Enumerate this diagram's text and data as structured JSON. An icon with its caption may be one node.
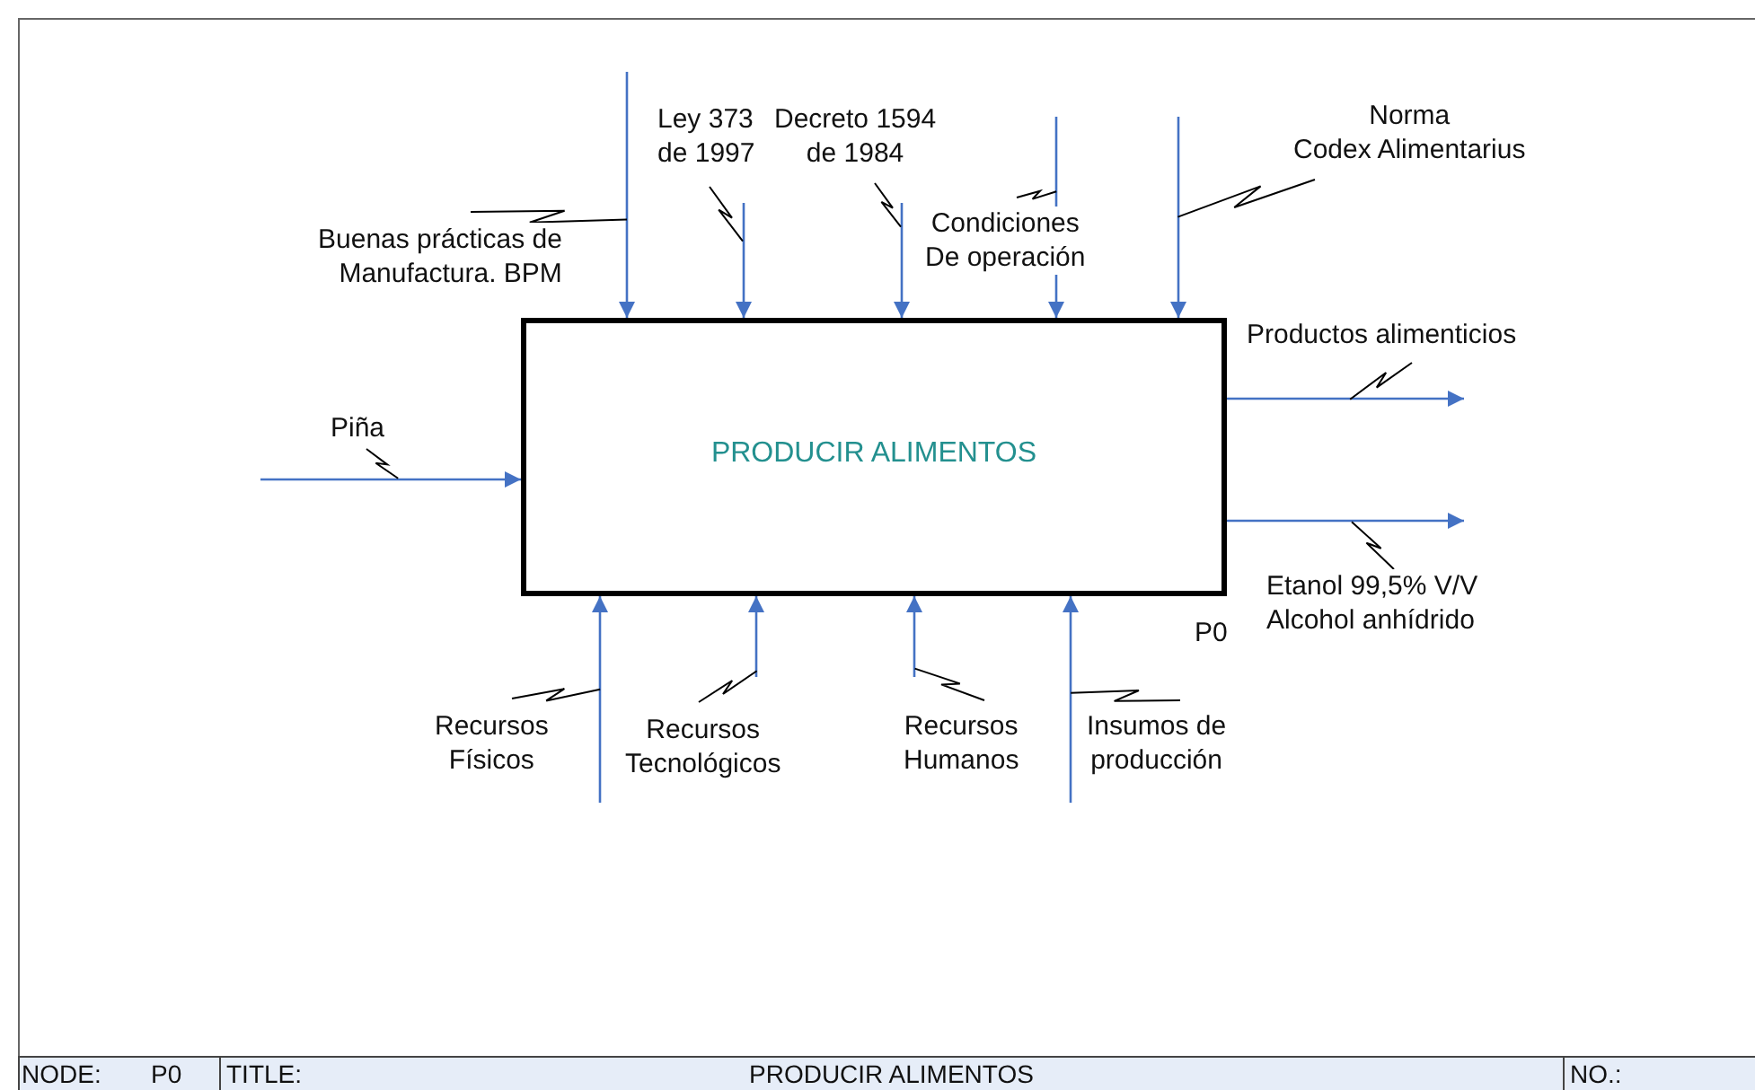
{
  "diagram": {
    "nodes": [
      {
        "text": [
          "PRODUCIR ALIMENTOS"
        ],
        "beside": [
          "P0"
        ]
      },
      {
        "text": [
          "Piña"
        ]
      },
      {
        "text": [
          "Buenas prácticas de Manufactura. BPM"
        ]
      },
      {
        "text": [
          "Ley 373 de 1997"
        ]
      },
      {
        "text": [
          "Decreto 1594 de 1984"
        ]
      },
      {
        "text": [
          "Condiciones De operación"
        ]
      },
      {
        "text": [
          "Norma Codex Alimentarius"
        ]
      },
      {
        "text": [
          "Productos alimenticios"
        ]
      },
      {
        "text": [
          "Etanol 99,5% V/V Alcohol anhídrido"
        ]
      },
      {
        "text": [
          "Recursos Físicos"
        ]
      },
      {
        "text": [
          "Recursos Tecnológicos"
        ]
      },
      {
        "text": [
          "Recursos Humanos"
        ]
      },
      {
        "text": [
          "Insumos de producción"
        ]
      }
    ],
    "edges": [
      {
        "from": null,
        "to": 0,
        "arrow": "to"
      },
      {
        "from": null,
        "to": 0,
        "arrow": "to"
      },
      {
        "from": null,
        "to": 0,
        "arrow": "to"
      },
      {
        "from": null,
        "to": 0,
        "arrow": "to"
      },
      {
        "from": null,
        "to": 0,
        "arrow": "to"
      },
      {
        "from": null,
        "to": 0,
        "arrow": "to"
      },
      {
        "from": 0,
        "to": null,
        "arrow": "to"
      },
      {
        "from": 0,
        "to": null,
        "arrow": "to"
      },
      {
        "from": null,
        "to": 0,
        "arrow": "to"
      },
      {
        "from": null,
        "to": 0,
        "arrow": "to"
      },
      {
        "from": null,
        "to": 0,
        "arrow": "to"
      },
      {
        "from": null,
        "to": 0,
        "arrow": "to"
      },
      {
        "from": 1,
        "to": null,
        "arrow": "none",
        "color": "#000000"
      },
      {
        "from": 2,
        "to": null,
        "arrow": "none",
        "color": "#000000"
      },
      {
        "from": 3,
        "to": null,
        "arrow": "none",
        "color": "#000000"
      },
      {
        "from": 4,
        "to": null,
        "arrow": "none",
        "color": "#000000"
      },
      {
        "from": 5,
        "to": null,
        "arrow": "none",
        "color": "#000000"
      },
      {
        "from": 6,
        "to": null,
        "arrow": "none",
        "color": "#000000"
      },
      {
        "from": 7,
        "to": null,
        "arrow": "none",
        "color": "#000000"
      },
      {
        "from": 8,
        "to": null,
        "arrow": "none",
        "color": "#000000"
      },
      {
        "from": 9,
        "to": null,
        "arrow": "none",
        "color": "#000000"
      },
      {
        "from": 10,
        "to": null,
        "arrow": "none",
        "color": "#000000"
      },
      {
        "from": 11,
        "to": null,
        "arrow": "none",
        "color": "#000000"
      },
      {
        "from": 12,
        "to": null,
        "arrow": "none",
        "color": "#000000"
      }
    ],
    "labels": [
      "NODE:",
      "P0",
      "TITLE:",
      "PRODUCIR ALIMENTOS",
      "NO.:"
    ]
  }
}
